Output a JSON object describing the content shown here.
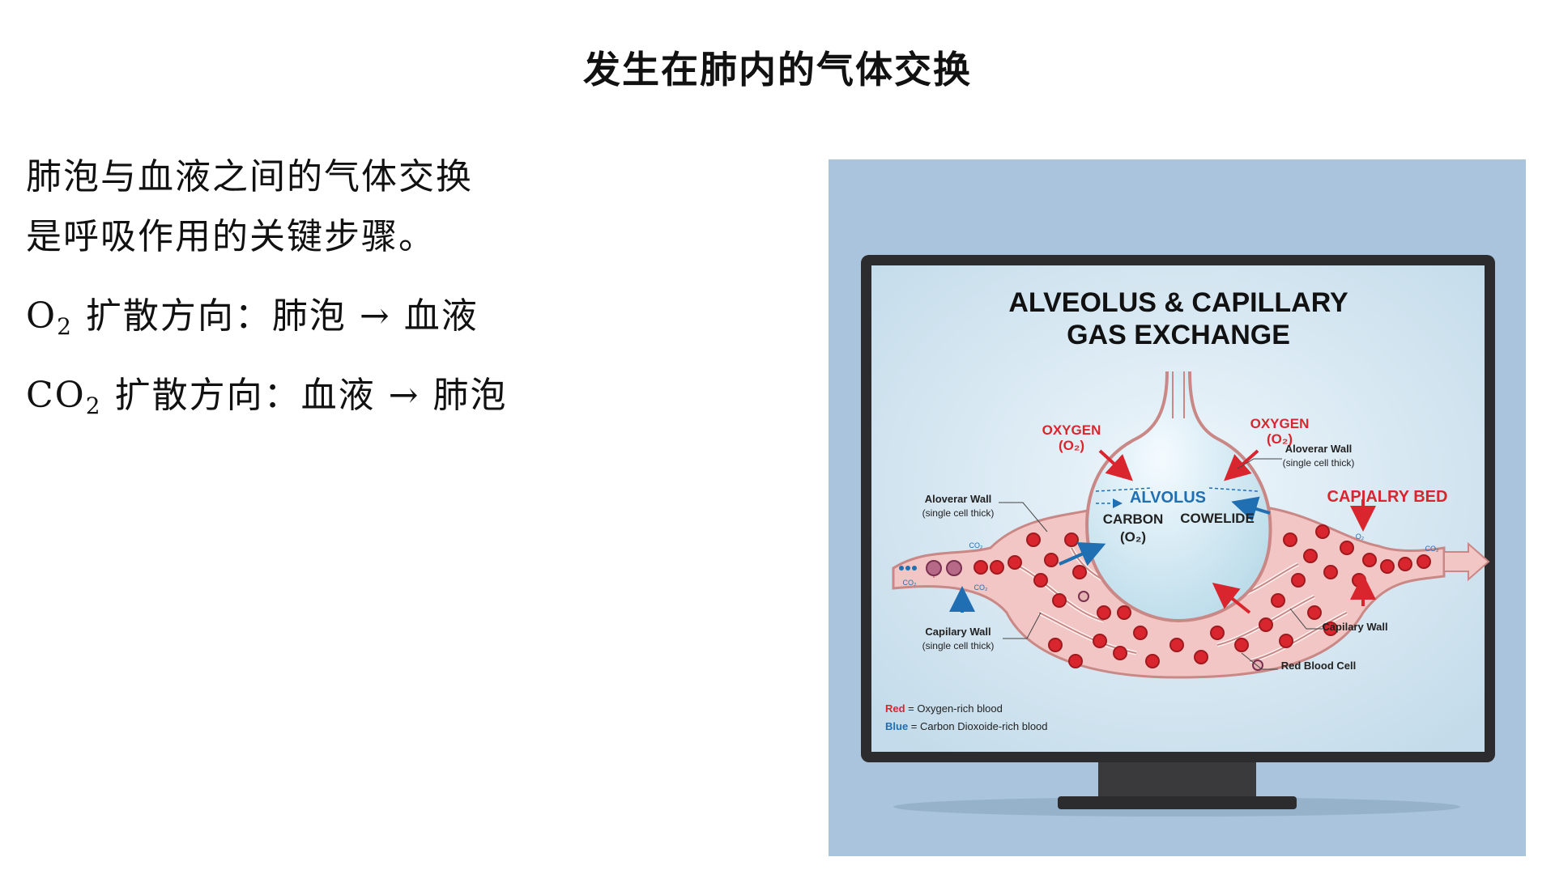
{
  "slide": {
    "title": "发生在肺内的气体交换",
    "line1": "肺泡与血液之间的气体交换",
    "line2": "是呼吸作用的关键步骤。",
    "o2": {
      "prefix": "O",
      "sub": "2",
      "label": "扩散方向：",
      "from": "肺泡",
      "arrow": "→",
      "to": "血液"
    },
    "co2": {
      "prefix": "CO",
      "sub": "2",
      "label": "扩散方向：",
      "from": "血液",
      "arrow": "→",
      "to": "肺泡"
    }
  },
  "figure": {
    "heading_line1": "ALVEOLUS & CAPILLARY",
    "heading_line2": "GAS EXCHANGE",
    "oxygen_label": "OXYGEN",
    "oxygen_formula": "(O₂)",
    "alveolus_label": "ALVOLUS",
    "carbon_label": "CARBON",
    "carbon_formula": "(O₂)",
    "cowelide_label": "COWELIDE",
    "capillary_bed_label": "CAPIALRY BED",
    "wall_left_title": "Aloverar Wall",
    "wall_left_sub": "(single cell thick)",
    "wall_right_title": "Aloverar Wall",
    "wall_right_sub": "(single cell thick)",
    "cap_wall_left_title": "Capilary Wall",
    "cap_wall_left_sub": "(single cell thick)",
    "cap_wall_right": "Capilary Wall",
    "rbc_label": "Red Blood Cell",
    "legend_red_key": "Red",
    "legend_red_text": " = Oxygen-rich blood",
    "legend_blue_key": "Blue",
    "legend_blue_text": " = Carbon Dioxoide-rich blood",
    "co2_tag": "CO₂",
    "o2_tag": "O₂",
    "colors": {
      "background": "#a9c4dc",
      "screen": "#d6e7f1",
      "red": "#d9262e",
      "blue": "#1f6fb2",
      "vessel": "#f2c6c4",
      "monitor": "#2c2c2e"
    }
  }
}
